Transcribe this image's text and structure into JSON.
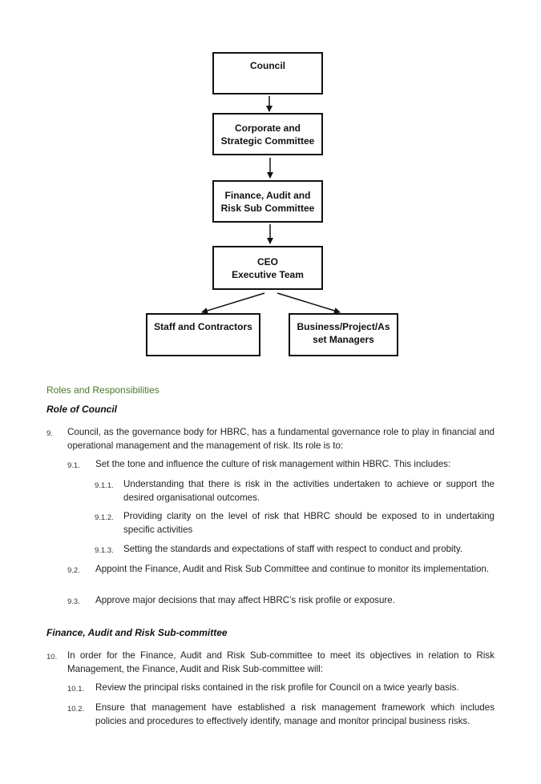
{
  "org_chart": {
    "nodes": {
      "council": "Council",
      "corporate": "Corporate and\nStrategic Committee",
      "finance": "Finance, Audit and\nRisk Sub Committee",
      "ceo": "CEO\nExecutive Team",
      "staff": "Staff and Contractors",
      "business": "Business/Project/As\nset Managers"
    }
  },
  "roles_section": {
    "title": "Roles and Responsibilities",
    "role_of_council_heading": "Role of Council",
    "item_9": {
      "num": "9.",
      "text": "Council, as the governance body for HBRC, has a fundamental governance role to play in financial and operational management and the management of risk.  Its role is to:"
    },
    "item_9_1": {
      "num": "9.1.",
      "text": "Set the tone and influence the culture of risk management within HBRC.  This includes:"
    },
    "item_9_1_1": {
      "num": "9.1.1.",
      "text": "Understanding that there is risk in the activities undertaken to achieve or support the desired organisational outcomes."
    },
    "item_9_1_2": {
      "num": "9.1.2.",
      "text": "Providing clarity on the level of risk that HBRC should be exposed to in undertaking specific activities"
    },
    "item_9_1_3": {
      "num": "9.1.3.",
      "text": "Setting the standards and expectations of staff with respect to conduct and probity."
    },
    "item_9_2": {
      "num": "9.2.",
      "text": "Appoint the Finance, Audit and Risk Sub Committee and continue to monitor its implementation."
    },
    "item_9_3": {
      "num": "9.3.",
      "text": "Approve major decisions that may affect HBRC’s risk profile or exposure."
    },
    "finance_heading": "Finance, Audit and Risk Sub-committee",
    "item_10": {
      "num": "10.",
      "text": "In order for the Finance, Audit and Risk Sub-committee to meet its objectives in relation to Risk Management, the Finance, Audit and Risk Sub-committee will:"
    },
    "item_10_1": {
      "num": "10.1.",
      "text": "Review the principal risks contained in the risk profile for Council on a twice yearly basis."
    },
    "item_10_2": {
      "num": "10.2.",
      "text": "Ensure that management have established a risk management framework which includes policies and procedures to effectively identify, manage and monitor principal business risks."
    }
  }
}
